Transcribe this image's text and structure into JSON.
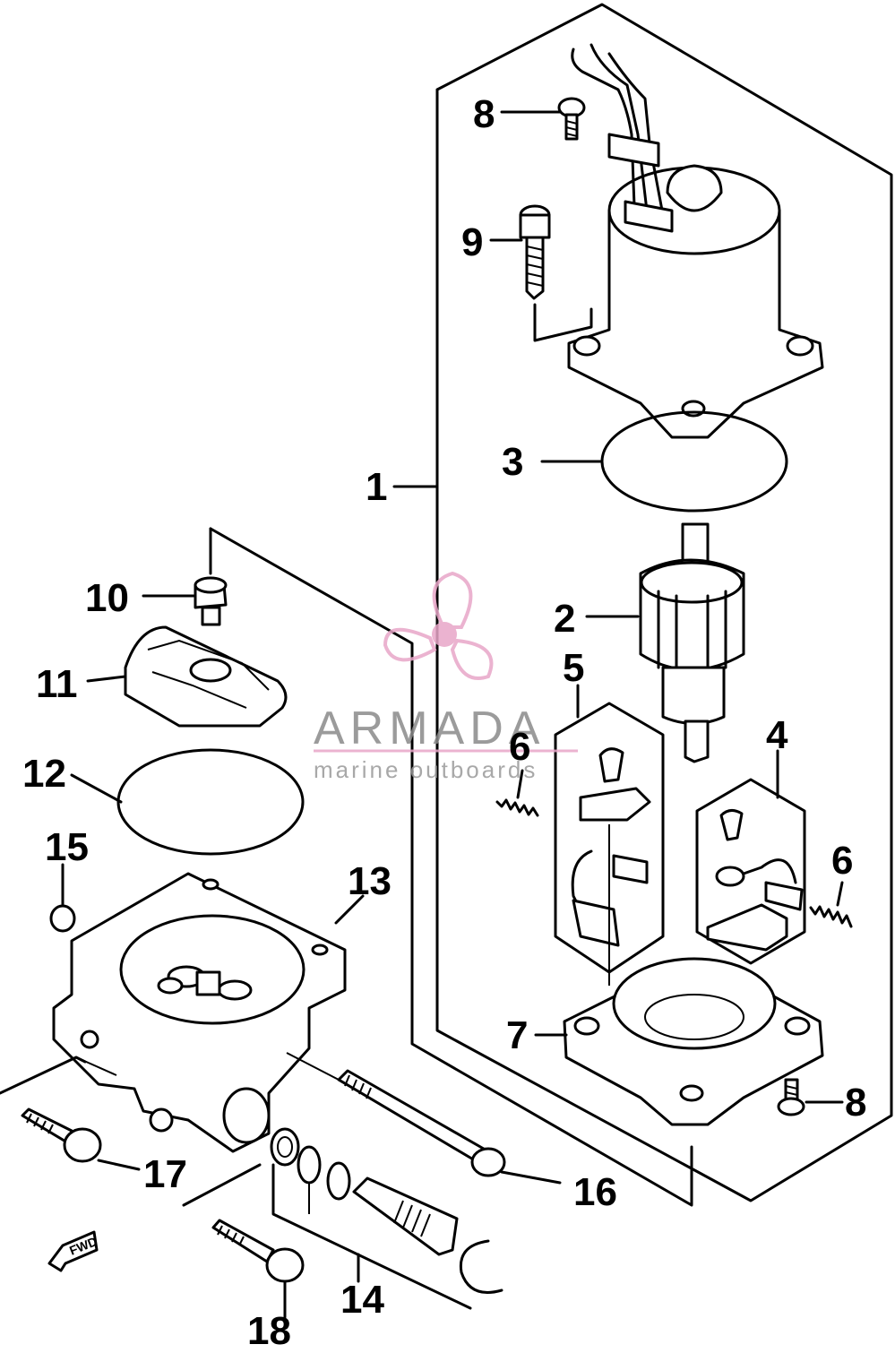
{
  "diagram": {
    "labels": {
      "p1": "1",
      "p2": "2",
      "p3": "3",
      "p4": "4",
      "p5": "5",
      "p6a": "6",
      "p6b": "6",
      "p7": "7",
      "p8a": "8",
      "p8b": "8",
      "p9": "9",
      "p10": "10",
      "p11": "11",
      "p12": "12",
      "p13": "13",
      "p14": "14",
      "p15": "15",
      "p16": "16",
      "p17": "17",
      "p18": "18"
    },
    "fwd_marker": "FWD"
  },
  "watermark": {
    "title": "ARMADA",
    "subtitle": "marine outboards",
    "accent_color": "#e8a6c8"
  }
}
